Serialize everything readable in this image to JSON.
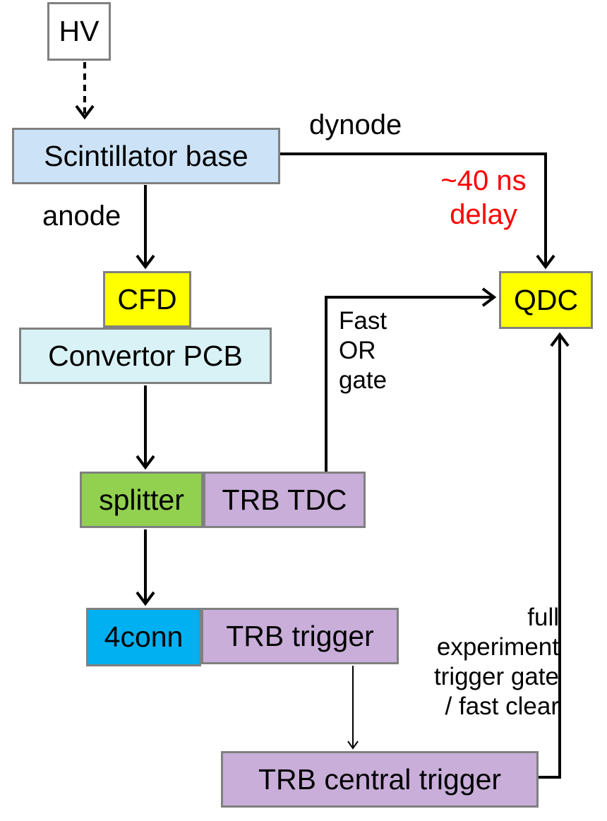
{
  "boxes": {
    "hv": "HV",
    "scintillator_base": "Scintillator base",
    "cfd": "CFD",
    "convertor_pcb": "Convertor PCB",
    "splitter": "splitter",
    "trb_tdc": "TRB TDC",
    "four_conn": "4conn",
    "trb_trigger": "TRB trigger",
    "trb_central_trigger": "TRB central trigger",
    "qdc": "QDC"
  },
  "labels": {
    "dynode": "dynode",
    "anode": "anode",
    "delay_line1": "~40 ns",
    "delay_line2": "delay",
    "fast_or_gate": [
      "Fast",
      "OR",
      "gate"
    ],
    "full_trigger": [
      "full",
      "experiment",
      "trigger gate",
      "/ fast clear"
    ]
  },
  "colors": {
    "scintillator_base": "#cce3f7",
    "cfd": "#ffff00",
    "convertor_pcb": "#d9f2f6",
    "splitter": "#92d050",
    "trb": "#c8aed8",
    "four_conn": "#00b0f0",
    "qdc": "#ffff00",
    "delay_text": "#ff0000",
    "box_border": "#808080"
  }
}
